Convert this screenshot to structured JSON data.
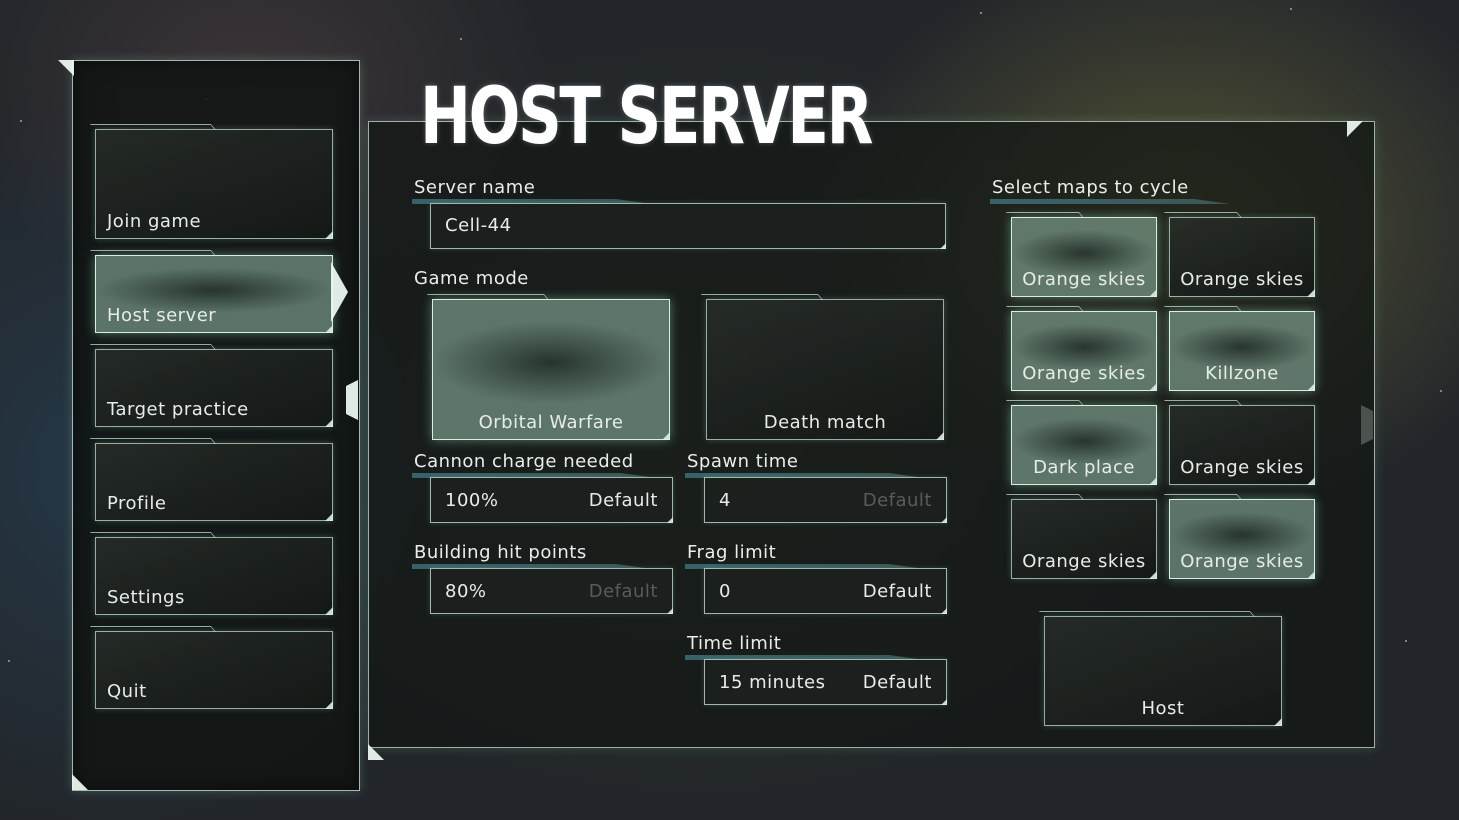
{
  "title": "HOST SERVER",
  "menu": {
    "items": [
      {
        "label": "Join game"
      },
      {
        "label": "Host server"
      },
      {
        "label": "Target practice"
      },
      {
        "label": "Profile"
      },
      {
        "label": "Settings"
      },
      {
        "label": "Quit"
      }
    ],
    "active": "Host server"
  },
  "server_name": {
    "label": "Server name",
    "value": "Cell-44"
  },
  "game_mode": {
    "label": "Game mode",
    "options": [
      {
        "label": "Orbital Warfare",
        "selected": true
      },
      {
        "label": "Death match",
        "selected": false
      }
    ]
  },
  "settings": {
    "cannon_charge": {
      "label": "Cannon charge needed",
      "value": "100%",
      "default_label": "Default"
    },
    "spawn_time": {
      "label": "Spawn time",
      "value": "4",
      "default_label": "Default"
    },
    "building_hp": {
      "label": "Building hit points",
      "value": "80%",
      "default_label": "Default"
    },
    "frag_limit": {
      "label": "Frag limit",
      "value": "0",
      "default_label": "Default"
    },
    "time_limit": {
      "label": "Time limit",
      "value": "15 minutes",
      "default_label": "Default"
    }
  },
  "maps": {
    "label": "Select maps to cycle",
    "items": [
      {
        "label": "Orange skies",
        "selected": true
      },
      {
        "label": "Orange skies",
        "selected": false
      },
      {
        "label": "Orange skies",
        "selected": true
      },
      {
        "label": "Killzone",
        "selected": true
      },
      {
        "label": "Dark place",
        "selected": true
      },
      {
        "label": "Orange skies",
        "selected": false
      },
      {
        "label": "Orange skies",
        "selected": false
      },
      {
        "label": "Orange skies",
        "selected": true
      }
    ]
  },
  "host_button": {
    "label": "Host"
  },
  "colors": {
    "accent_glow": "#a0e6c8",
    "label_bar": "#3c6e78",
    "panel_border": "#cde1d7"
  }
}
